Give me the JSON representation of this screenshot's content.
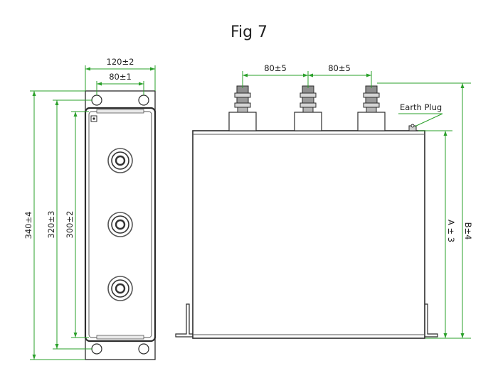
{
  "figure": {
    "title": "Fig 7",
    "colors": {
      "dimension": "#2aa02a",
      "outline": "#2b2b2b",
      "metal": "#9a9a9a",
      "fill": "#ffffff",
      "shade": "#e9e9e9"
    }
  },
  "front_view": {
    "dims": {
      "outer_width": "120±2",
      "inner_width": "80±1",
      "overall_height": "340±4",
      "mid_height": "320±3",
      "body_height": "300±2"
    }
  },
  "side_view": {
    "dims": {
      "pitch_left": "80±5",
      "pitch_right": "80±5",
      "height_a": "A ± 3",
      "height_b": "B±4"
    },
    "earth_label": "Earth Plug"
  }
}
